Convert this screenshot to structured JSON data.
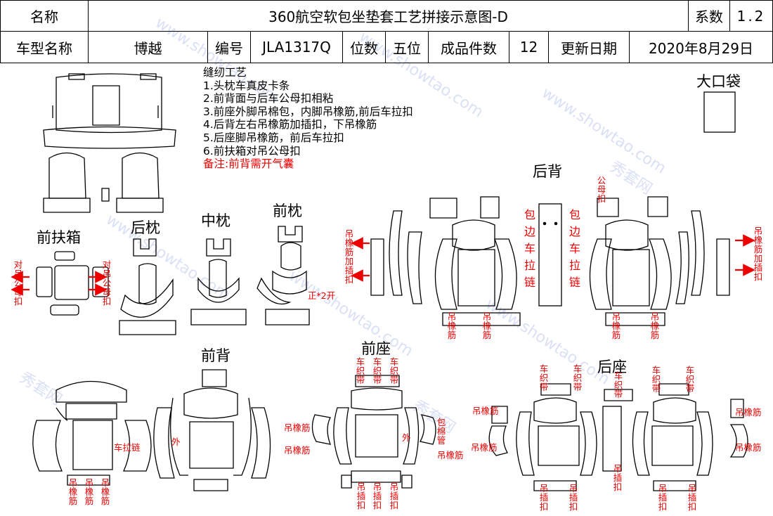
{
  "header": {
    "name_label": "名称",
    "title": "360航空软包坐垫套工艺拼接示意图-D",
    "coef_label": "系数",
    "coef_value": "1.2",
    "model_label": "车型名称",
    "model_value": "博越",
    "code_label": "编号",
    "code_value": "JLA1317Q",
    "position_label": "位数",
    "position_value": "五位",
    "pieces_label": "成品件数",
    "pieces_value": "12",
    "update_label": "更新日期",
    "update_value": "2020年8月29日"
  },
  "notes": {
    "title": "缝纫工艺",
    "items": [
      "1.头枕车真皮卡条",
      "2.前背面与后车公母扣相粘",
      "3.前座外脚吊棉包，内脚吊橡筋,前后车拉扣",
      "4.后背左右吊橡筋加插扣，下吊橡筋",
      "5.后座脚吊橡筋，前后车拉扣",
      "6.前扶箱对吊公母扣"
    ],
    "remark": "备注:前背需开气囊"
  },
  "sections": {
    "front_armrest": "前扶箱",
    "rear_pillow": "后枕",
    "middle_pillow": "中枕",
    "front_pillow": "前枕",
    "rear_back": "后背",
    "front_back": "前背",
    "front_seat": "前座",
    "rear_seat": "后座",
    "big_pocket": "大口袋"
  },
  "annotations": {
    "hang_snap": "对吊公母扣",
    "hang_rubber": "吊橡筋",
    "hang_rubber_plug": "吊橡筋加插扣",
    "hang_plug": "吊插扣",
    "male_female": "公母扣",
    "edge_zip": "包边车拉链",
    "car_strap": "车织带",
    "zipper": "车拉链",
    "outer": "外",
    "cotton_bag": "包棉管",
    "pillow_note": "正*2开"
  },
  "watermark": {
    "site": "www.showtao.com",
    "brand": "秀套网"
  }
}
